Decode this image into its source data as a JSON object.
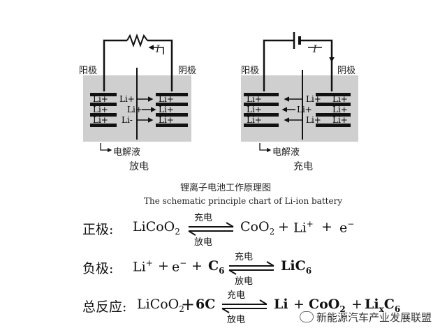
{
  "discharge": {
    "anode_label": "阳极",
    "cathode_label": "阴极",
    "current_label": "I",
    "electrolyte_label": "电解液",
    "caption": "放电",
    "left_ions": [
      "Li+",
      "Li+",
      "Li+"
    ],
    "mid_ions": [
      "Li+",
      "Li+",
      "Li-"
    ],
    "right_ions": [
      "Li+",
      "Li+",
      "Li+"
    ]
  },
  "charge": {
    "anode_label": "阳极",
    "cathode_label": "阴极",
    "current_label": "I",
    "electrolyte_label": "电解液",
    "caption": "充电",
    "left_ions": [
      "Li+",
      "Li+",
      "Li+"
    ],
    "mid_ions": [
      "Li+",
      "Li+",
      "Li+"
    ],
    "right_ions": [
      "Li+",
      "Li+",
      "Li+"
    ]
  },
  "title_cn": "锂离子电池工作原理图",
  "title_en": "The schematic principle chart of Li-ion battery",
  "equations": {
    "positive": {
      "label": "正极:",
      "lhs": "LiCoO",
      "lhs_sub": "2",
      "arrow_top": "充电",
      "arrow_bottom": "放电",
      "rhs1": "CoO",
      "rhs1_sub": "2",
      "plus1": "+",
      "rhs2": "Li",
      "rhs2_sup": "+",
      "plus2": "+",
      "rhs3": "e",
      "rhs3_sup": "−"
    },
    "negative": {
      "label": "负极:",
      "lhs1": "Li",
      "lhs1_sup": "+",
      "plus1": "+",
      "lhs2": "e",
      "lhs2_sup": "−",
      "plus2": "+",
      "lhs3": "C",
      "lhs3_sub": "6",
      "arrow_top": "充电",
      "arrow_bottom": "放电",
      "rhs": "LiC",
      "rhs_sub": "6"
    },
    "overall": {
      "label": "总反应:",
      "lhs1": "LiCoO",
      "lhs1_sub": "2",
      "plus1": "+",
      "lhs2": "6C",
      "arrow_top": "充电",
      "arrow_bottom": "放电",
      "rhs1": "Li",
      "plus2": "+",
      "rhs2": "CoO",
      "rhs2_sub": "2",
      "plus3": "+",
      "rhs3": "Li",
      "rhs3_sub": "x",
      "rhs4": "C",
      "rhs4_sub": "6"
    }
  },
  "watermark": "新能源汽车产业发展联盟"
}
